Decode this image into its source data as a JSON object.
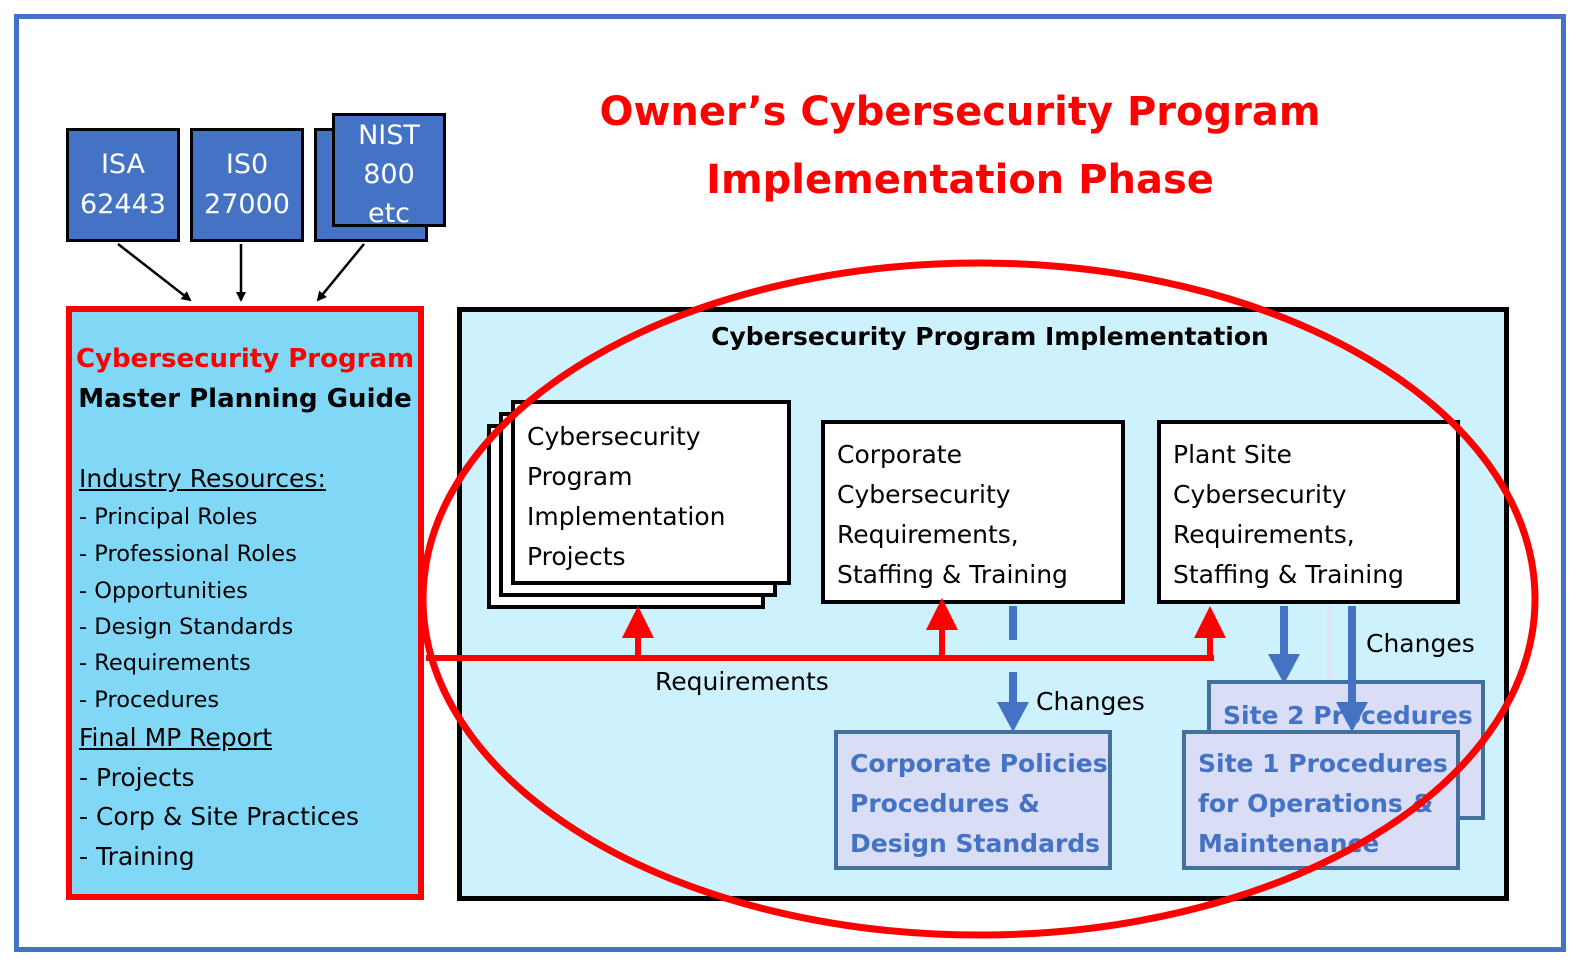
{
  "title": {
    "line1": "Owner’s Cybersecurity Program",
    "line2": "Implementation Phase"
  },
  "standards": [
    {
      "line1": "ISA",
      "line2": "62443"
    },
    {
      "line1": "IS0",
      "line2": "27000"
    },
    {
      "line1": "NIST",
      "line2": "800",
      "line3": "etc"
    }
  ],
  "master_planning_guide": {
    "heading_red": "Cybersecurity Program",
    "heading_black": "Master Planning Guide",
    "industry_resources_title": "Industry Resources:",
    "industry_resources": [
      "- Principal Roles",
      "- Professional Roles",
      "- Opportunities",
      "- Design Standards",
      "- Requirements",
      "- Procedures"
    ],
    "final_report_title": "Final MP Report",
    "final_report_items": [
      "- Projects",
      "- Corp & Site Practices",
      "- Training"
    ]
  },
  "implementation": {
    "title": "Cybersecurity Program Implementation",
    "projects_box": [
      "Cybersecurity",
      "Program",
      "Implementation",
      "Projects"
    ],
    "corporate_box": [
      "Corporate",
      "Cybersecurity",
      "Requirements,",
      "Staffing & Training"
    ],
    "plant_box": [
      "Plant Site",
      "Cybersecurity",
      "Requirements,",
      "Staffing & Training"
    ],
    "requirements_label": "Requirements",
    "changes_label_1": "Changes",
    "changes_label_2": "Changes",
    "corporate_policies": [
      "Corporate Policies",
      "Procedures &",
      "Design Standards"
    ],
    "site2": "Site 2 Procedures",
    "site1": [
      "Site 1 Procedures",
      "for Operations &",
      "Maintenance"
    ]
  },
  "colors": {
    "frame_blue": "#4472c4",
    "accent_red": "#ff0000",
    "guide_fill": "#80d8f6",
    "impl_fill": "#cdf2fe",
    "procedure_fill": "#d9ddf5",
    "procedure_text": "#4472c4"
  }
}
